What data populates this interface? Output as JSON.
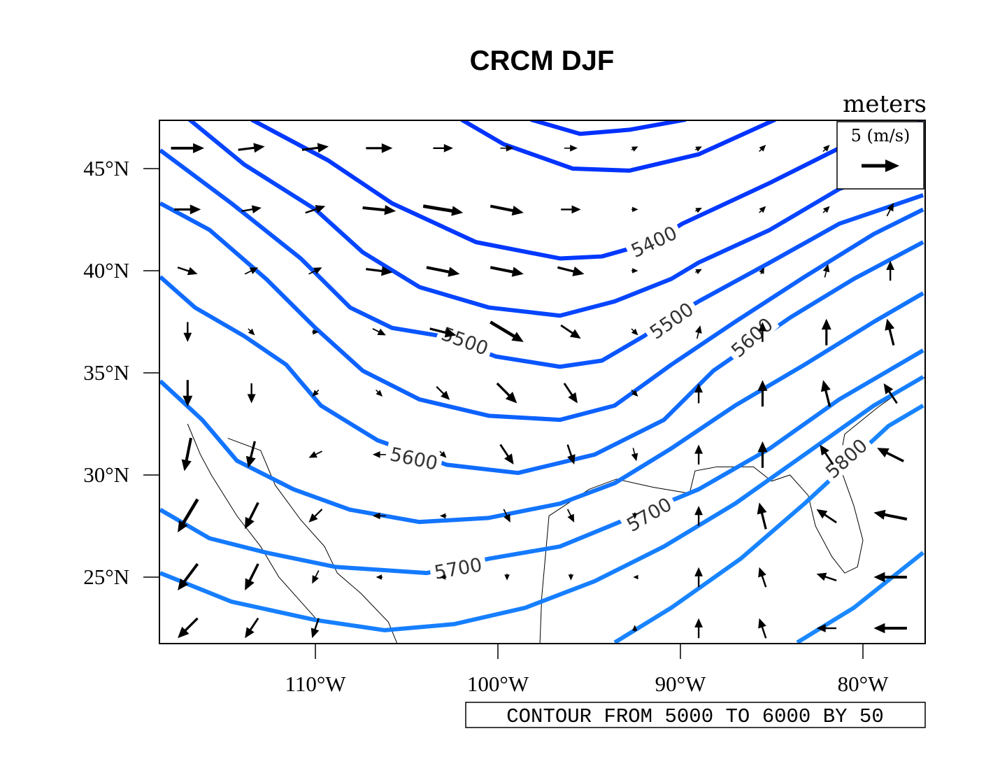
{
  "title": "CRCM DJF",
  "units_label": "meters",
  "reference_vector": {
    "label": "5 (m/s)",
    "magnitude": 5
  },
  "info_label": "CONTOUR FROM 5000 TO 6000 BY 50",
  "axes": {
    "lon_range": [
      -118.5,
      -76.6
    ],
    "lat_range": [
      21.7,
      47.4
    ],
    "x_ticks": [
      {
        "value": -110,
        "label": "110°W"
      },
      {
        "value": -100,
        "label": "100°W"
      },
      {
        "value": -90,
        "label": "90°W"
      },
      {
        "value": -80,
        "label": "80°W"
      }
    ],
    "y_ticks": [
      {
        "value": 45,
        "label": "45°N"
      },
      {
        "value": 40,
        "label": "40°N"
      },
      {
        "value": 35,
        "label": "35°N"
      },
      {
        "value": 30,
        "label": "30°N"
      },
      {
        "value": 25,
        "label": "25°N"
      }
    ]
  },
  "contour_labels": [
    "5400",
    "5500",
    "5500",
    "5600",
    "5600",
    "5700",
    "5700",
    "5800"
  ],
  "chart_data": {
    "type": "contour+vector",
    "title": "CRCM DJF",
    "contour_units": "meters",
    "contour_min": 5000,
    "contour_max": 6000,
    "contour_interval": 50,
    "contours": [
      {
        "level": 5300,
        "color": "#0030ff",
        "points": [
          [
            -98.2,
            47.4
          ],
          [
            -95.5,
            46.7
          ],
          [
            -92.8,
            46.9
          ],
          [
            -89.7,
            47.4
          ]
        ]
      },
      {
        "level": 5350,
        "color": "#0033ff",
        "points": [
          [
            -102.0,
            47.4
          ],
          [
            -99.7,
            46.2
          ],
          [
            -95.9,
            45.0
          ],
          [
            -92.8,
            44.9
          ],
          [
            -89.0,
            45.7
          ],
          [
            -84.8,
            47.4
          ]
        ]
      },
      {
        "level": 5400,
        "color": "#0038ff",
        "points": [
          [
            -113.5,
            47.4
          ],
          [
            -109.3,
            45.4
          ],
          [
            -105.8,
            43.3
          ],
          [
            -101.2,
            41.4
          ],
          [
            -96.6,
            40.6
          ],
          [
            -94.3,
            40.7
          ],
          [
            -91.5,
            41.4
          ],
          [
            -89.9,
            42.3
          ],
          [
            -85.1,
            44.3
          ],
          [
            -81.3,
            46.0
          ],
          [
            -76.7,
            47.3
          ]
        ]
      },
      {
        "level": 5450,
        "color": "#0545ff",
        "points": [
          [
            -116.9,
            47.4
          ],
          [
            -113.9,
            45.2
          ],
          [
            -110.0,
            43.0
          ],
          [
            -107.4,
            40.9
          ],
          [
            -104.3,
            39.2
          ],
          [
            -100.5,
            38.2
          ],
          [
            -96.6,
            37.8
          ],
          [
            -93.6,
            38.5
          ],
          [
            -90.5,
            39.6
          ],
          [
            -89.0,
            40.4
          ],
          [
            -85.1,
            42.0
          ],
          [
            -81.3,
            44.0
          ],
          [
            -76.7,
            45.5
          ]
        ]
      },
      {
        "level": 5500,
        "color": "#0a55ff",
        "points": [
          [
            -118.5,
            45.9
          ],
          [
            -114.6,
            43.3
          ],
          [
            -110.8,
            40.6
          ],
          [
            -108.1,
            38.2
          ],
          [
            -105.8,
            37.2
          ],
          [
            -103.1,
            36.8
          ],
          [
            -100.1,
            35.8
          ],
          [
            -96.6,
            35.3
          ],
          [
            -94.3,
            35.6
          ],
          [
            -92.0,
            36.8
          ],
          [
            -90.5,
            37.7
          ],
          [
            -89.0,
            38.5
          ],
          [
            -85.1,
            40.4
          ],
          [
            -81.3,
            42.3
          ],
          [
            -76.7,
            43.7
          ]
        ]
      },
      {
        "level": 5550,
        "color": "#0d62ff",
        "points": [
          [
            -118.5,
            43.3
          ],
          [
            -115.8,
            42.0
          ],
          [
            -112.7,
            39.6
          ],
          [
            -110.0,
            37.2
          ],
          [
            -107.4,
            35.1
          ],
          [
            -104.3,
            33.7
          ],
          [
            -100.5,
            32.9
          ],
          [
            -96.6,
            32.7
          ],
          [
            -93.6,
            33.4
          ],
          [
            -90.5,
            35.4
          ],
          [
            -87.0,
            37.5
          ],
          [
            -83.2,
            39.7
          ],
          [
            -79.4,
            41.8
          ],
          [
            -76.7,
            43.0
          ]
        ]
      },
      {
        "level": 5600,
        "color": "#106cff",
        "points": [
          [
            -118.5,
            39.7
          ],
          [
            -116.6,
            38.2
          ],
          [
            -113.9,
            36.8
          ],
          [
            -111.6,
            35.4
          ],
          [
            -109.7,
            33.4
          ],
          [
            -106.6,
            31.7
          ],
          [
            -102.8,
            30.5
          ],
          [
            -98.9,
            30.1
          ],
          [
            -94.7,
            31.0
          ],
          [
            -90.9,
            32.7
          ],
          [
            -88.2,
            35.1
          ],
          [
            -84.0,
            37.7
          ],
          [
            -80.5,
            39.6
          ],
          [
            -76.7,
            41.4
          ]
        ]
      },
      {
        "level": 5650,
        "color": "#1274ff",
        "points": [
          [
            -118.5,
            34.6
          ],
          [
            -116.2,
            32.7
          ],
          [
            -114.3,
            30.7
          ],
          [
            -111.2,
            29.3
          ],
          [
            -108.1,
            28.3
          ],
          [
            -104.3,
            27.7
          ],
          [
            -100.5,
            27.9
          ],
          [
            -96.6,
            28.6
          ],
          [
            -93.6,
            29.6
          ],
          [
            -90.5,
            31.3
          ],
          [
            -87.0,
            33.4
          ],
          [
            -83.2,
            35.4
          ],
          [
            -79.4,
            37.5
          ],
          [
            -76.7,
            38.9
          ]
        ]
      },
      {
        "level": 5700,
        "color": "#147aff",
        "points": [
          [
            -118.5,
            28.3
          ],
          [
            -115.8,
            26.9
          ],
          [
            -112.7,
            26.2
          ],
          [
            -108.9,
            25.5
          ],
          [
            -103.9,
            25.2
          ],
          [
            -100.5,
            25.9
          ],
          [
            -96.6,
            26.5
          ],
          [
            -93.6,
            27.6
          ],
          [
            -89.0,
            29.3
          ],
          [
            -85.1,
            31.3
          ],
          [
            -81.3,
            33.7
          ],
          [
            -76.7,
            36.1
          ]
        ]
      },
      {
        "level": 5750,
        "color": "#167fff",
        "points": [
          [
            -118.5,
            25.2
          ],
          [
            -114.6,
            23.8
          ],
          [
            -110.0,
            22.9
          ],
          [
            -106.2,
            22.4
          ],
          [
            -102.4,
            22.7
          ],
          [
            -98.5,
            23.5
          ],
          [
            -94.7,
            24.8
          ],
          [
            -90.9,
            26.5
          ],
          [
            -87.0,
            28.6
          ],
          [
            -83.2,
            31.0
          ],
          [
            -79.4,
            33.4
          ],
          [
            -76.7,
            34.8
          ]
        ]
      },
      {
        "level": 5800,
        "color": "#1884ff",
        "points": [
          [
            -93.6,
            21.8
          ],
          [
            -90.5,
            23.5
          ],
          [
            -86.7,
            25.9
          ],
          [
            -83.2,
            28.6
          ],
          [
            -80.9,
            30.5
          ],
          [
            -78.6,
            32.4
          ],
          [
            -76.7,
            33.4
          ]
        ]
      },
      {
        "level": 5850,
        "color": "#1a88ff",
        "points": [
          [
            -83.6,
            21.8
          ],
          [
            -80.5,
            23.5
          ],
          [
            -76.7,
            26.2
          ]
        ]
      }
    ],
    "wind": {
      "units": "m/s",
      "lons": [
        -117,
        -113.5,
        -110,
        -106.5,
        -103,
        -99.5,
        -96,
        -92.5,
        -89,
        -85.5,
        -82,
        -78.5
      ],
      "lats": [
        46,
        43,
        40,
        37,
        34,
        31,
        28,
        25,
        22.5
      ],
      "u": [
        [
          5,
          4,
          4,
          4,
          3,
          2,
          2,
          1,
          1,
          1,
          1,
          1
        ],
        [
          4,
          3,
          3,
          5,
          6,
          5,
          3,
          1,
          1,
          1,
          1,
          1
        ],
        [
          3,
          2,
          2,
          4,
          5,
          5,
          4,
          1,
          1,
          0.5,
          0.5,
          0
        ],
        [
          0,
          1,
          1,
          2,
          4,
          5,
          3,
          1,
          0.5,
          0,
          0,
          -1
        ],
        [
          0,
          0,
          -1,
          1,
          2,
          3,
          2,
          1,
          0,
          0,
          -1,
          -2
        ],
        [
          -1,
          -1,
          -2,
          -2,
          1,
          2,
          1,
          0.5,
          0,
          0,
          -2,
          -4
        ],
        [
          -3,
          -2,
          -2,
          -2,
          -1,
          1,
          1,
          0,
          0,
          -1,
          -3,
          -5
        ],
        [
          -3,
          -2,
          -1,
          -1,
          -1,
          0,
          0,
          -0.5,
          0,
          -1,
          -3,
          -5
        ],
        [
          -3,
          -2,
          -1,
          0,
          0,
          0,
          0,
          0,
          0,
          -1,
          -3,
          -5
        ]
      ],
      "v": [
        [
          0,
          0.5,
          0.5,
          0,
          0,
          0,
          0,
          0.5,
          0.5,
          1,
          1,
          1
        ],
        [
          0,
          0.5,
          1,
          -0.5,
          -1,
          -1,
          0,
          0,
          0.5,
          1,
          1,
          2
        ],
        [
          -1,
          1,
          1,
          -0.5,
          -1,
          -1,
          -1,
          0,
          0.5,
          1,
          2,
          3
        ],
        [
          -3,
          -1,
          0,
          -1,
          -1,
          -3,
          -2,
          -1,
          2,
          3,
          4,
          4
        ],
        [
          -4,
          -3,
          -1,
          -1,
          -2,
          -3,
          -3,
          -1,
          3,
          4,
          4,
          3
        ],
        [
          -5,
          -4,
          -1,
          0,
          -1,
          -3,
          -3,
          -2,
          3,
          4,
          3,
          2
        ],
        [
          -5,
          -4,
          -2,
          0,
          0,
          -2,
          -2,
          -1,
          3,
          4,
          2,
          1
        ],
        [
          -4,
          -4,
          -2,
          0,
          0,
          -1,
          -1,
          0,
          3,
          3,
          1,
          0
        ],
        [
          -3,
          -3,
          -3,
          0,
          0,
          0,
          0,
          1,
          3,
          3,
          0,
          0
        ]
      ]
    },
    "coastlines": [
      [
        [
          -97.7,
          21.7
        ],
        [
          -97.6,
          24
        ],
        [
          -97.4,
          26
        ],
        [
          -97.2,
          28
        ],
        [
          -95,
          29.3
        ],
        [
          -93.5,
          29.8
        ],
        [
          -91.5,
          29.4
        ],
        [
          -89.5,
          29.1
        ],
        [
          -89.2,
          30.2
        ],
        [
          -88,
          30.4
        ],
        [
          -86,
          30.4
        ],
        [
          -85,
          29.7
        ],
        [
          -84,
          30
        ],
        [
          -83,
          29
        ],
        [
          -82.6,
          27.5
        ],
        [
          -81.7,
          26
        ],
        [
          -81,
          25.2
        ],
        [
          -80.3,
          25.5
        ],
        [
          -80,
          26.8
        ],
        [
          -80.5,
          28.5
        ],
        [
          -81.3,
          30.5
        ],
        [
          -81,
          32
        ],
        [
          -79.2,
          33.3
        ],
        [
          -77.8,
          34.2
        ],
        [
          -76.6,
          34.8
        ]
      ],
      [
        [
          -114.8,
          31.8
        ],
        [
          -113,
          31.2
        ],
        [
          -112.2,
          29.5
        ],
        [
          -110.8,
          27.8
        ],
        [
          -109.5,
          26.5
        ],
        [
          -108.8,
          25.2
        ],
        [
          -107.5,
          24.2
        ],
        [
          -106,
          22.8
        ],
        [
          -105.5,
          21.7
        ]
      ],
      [
        [
          -117,
          32.5
        ],
        [
          -116.3,
          31
        ],
        [
          -115.7,
          30
        ],
        [
          -114.3,
          28
        ],
        [
          -113,
          26.5
        ],
        [
          -112,
          25
        ],
        [
          -110.5,
          23.5
        ],
        [
          -109.9,
          22.9
        ]
      ]
    ]
  }
}
